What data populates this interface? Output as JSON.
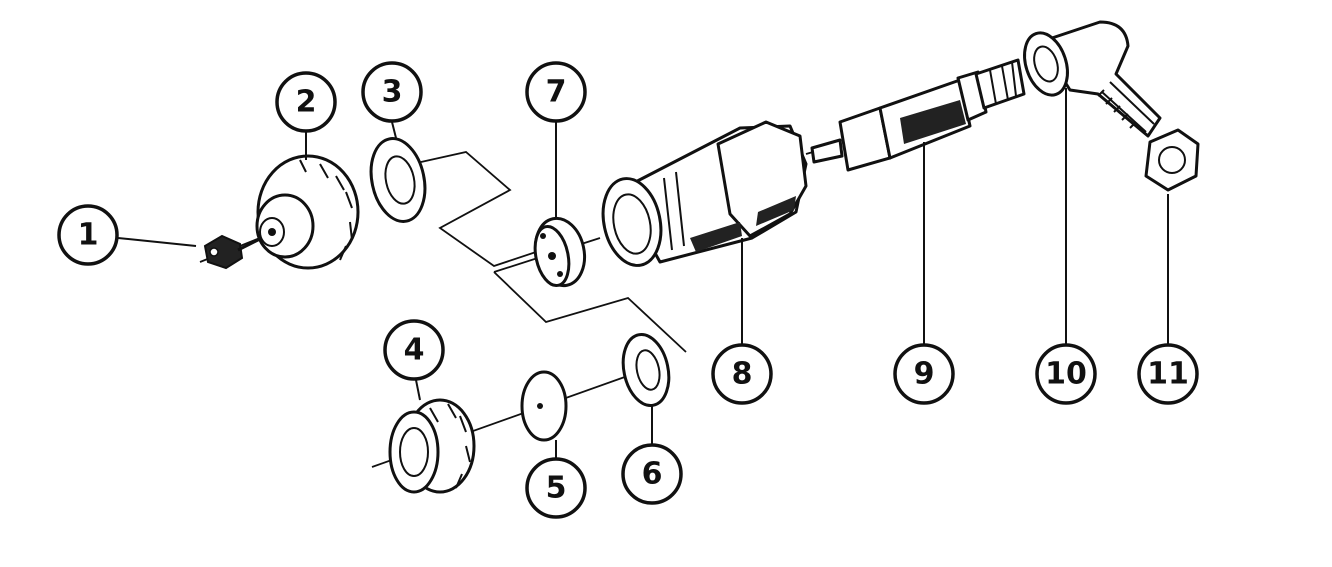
{
  "diagram": {
    "type": "exploded-parts-view",
    "callouts": [
      {
        "id": "1",
        "label": "1"
      },
      {
        "id": "2",
        "label": "2"
      },
      {
        "id": "3",
        "label": "3"
      },
      {
        "id": "4",
        "label": "4"
      },
      {
        "id": "5",
        "label": "5"
      },
      {
        "id": "6",
        "label": "6"
      },
      {
        "id": "7",
        "label": "7"
      },
      {
        "id": "8",
        "label": "8"
      },
      {
        "id": "9",
        "label": "9"
      },
      {
        "id": "10",
        "label": "10"
      },
      {
        "id": "11",
        "label": "11"
      }
    ]
  }
}
